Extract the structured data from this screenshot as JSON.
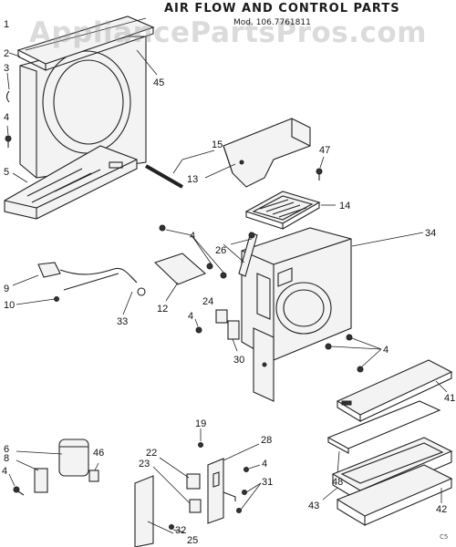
{
  "header": {
    "title": "AIR FLOW AND CONTROL PARTS",
    "model": "Mod. 106.7761811"
  },
  "watermark": "AppliancePartsPros.com",
  "corner_mark": "C5",
  "callouts": {
    "n1": "1",
    "n2": "2",
    "n3": "3",
    "n4": "4",
    "n5": "5",
    "n6": "6",
    "n8": "8",
    "n9": "9",
    "n10": "10",
    "n12": "12",
    "n13": "13",
    "n14": "14",
    "n15": "15",
    "n19": "19",
    "n22": "22",
    "n23": "23",
    "n24": "24",
    "n25": "25",
    "n26": "26",
    "n28": "28",
    "n30": "30",
    "n31": "31",
    "n32": "32",
    "n33": "33",
    "n34": "34",
    "n41": "41",
    "n42": "42",
    "n43": "43",
    "n45": "45",
    "n46": "46",
    "n47": "47",
    "n48": "48"
  }
}
